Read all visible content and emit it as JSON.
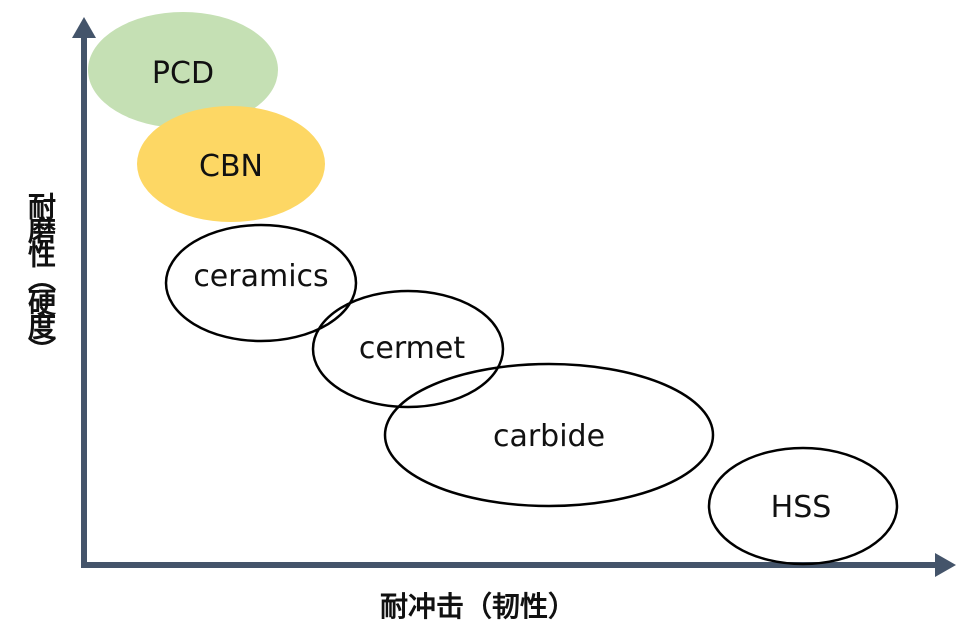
{
  "axes": {
    "x_label": "耐冲击（韧性）",
    "y_label": "耐磨性（硬度）",
    "color": "#44546a"
  },
  "materials": [
    {
      "name": "PCD",
      "fill": "#c5e0b4",
      "stroke": "none"
    },
    {
      "name": "CBN",
      "fill": "#fdd764",
      "stroke": "none"
    },
    {
      "name": "ceramics",
      "fill": "none",
      "stroke": "#000000"
    },
    {
      "name": "cermet",
      "fill": "none",
      "stroke": "#000000"
    },
    {
      "name": "carbide",
      "fill": "none",
      "stroke": "#000000"
    },
    {
      "name": "HSS",
      "fill": "none",
      "stroke": "#000000"
    }
  ]
}
